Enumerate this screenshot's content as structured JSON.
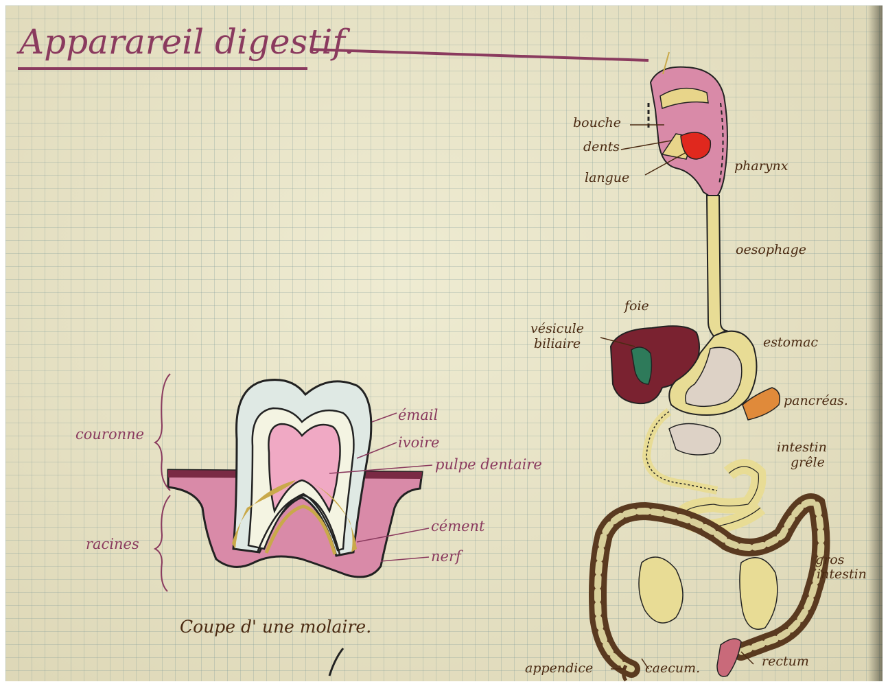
{
  "title": "Apparareil digestif.",
  "caption": "Coupe d' une molaire.",
  "tooth_labels": {
    "email": "émail",
    "ivoire": "ivoire",
    "pulpe": "pulpe dentaire",
    "cement": "cément",
    "nerf": "nerf",
    "couronne": "couronne",
    "racines": "racines"
  },
  "digestive_labels": {
    "bouche": "bouche",
    "dents": "dents",
    "langue": "langue",
    "pharynx": "pharynx",
    "oesophage": "oesophage",
    "foie": "foie",
    "vesicule": "vésicule",
    "biliaire": "biliaire",
    "estomac": "estomac",
    "pancreas": "pancréas.",
    "intestin_grele_1": "intestin",
    "intestin_grele_2": "grêle",
    "gros_intestin_1": "gros",
    "gros_intestin_2": "intestin",
    "appendice": "appendice",
    "caecum": "caecum.",
    "rectum": "rectum"
  },
  "colors": {
    "ink_purple": "#8a3a5e",
    "ink_brown": "#4a2a12",
    "gum_pink": "#d98aa8",
    "pulp_pink": "#f0a9c4",
    "enamel": "#dfe9e4",
    "liver": "#7a2230",
    "intestine_yellow": "#e8dc95",
    "colon_brown": "#5a3a20"
  }
}
